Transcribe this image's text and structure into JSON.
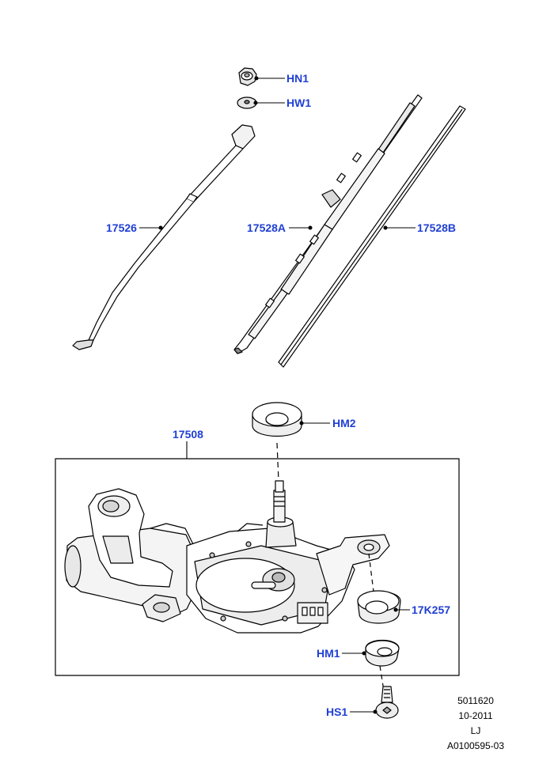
{
  "colors": {
    "callout": "#1f3fd4",
    "line": "#000000",
    "part_fill": "#ffffff",
    "shade": "#d6d6d6"
  },
  "callouts": {
    "hn1": "HN1",
    "hw1": "HW1",
    "arm": "17526",
    "blade": "17528A",
    "insert": "17528B",
    "motor": "17508",
    "hm2": "HM2",
    "seal": "17K257",
    "hm1": "HM1",
    "hs1": "HS1"
  },
  "footer": {
    "line1": "5011620",
    "line2": "10-2011",
    "line3": "LJ",
    "line4": "A0100595-03"
  }
}
